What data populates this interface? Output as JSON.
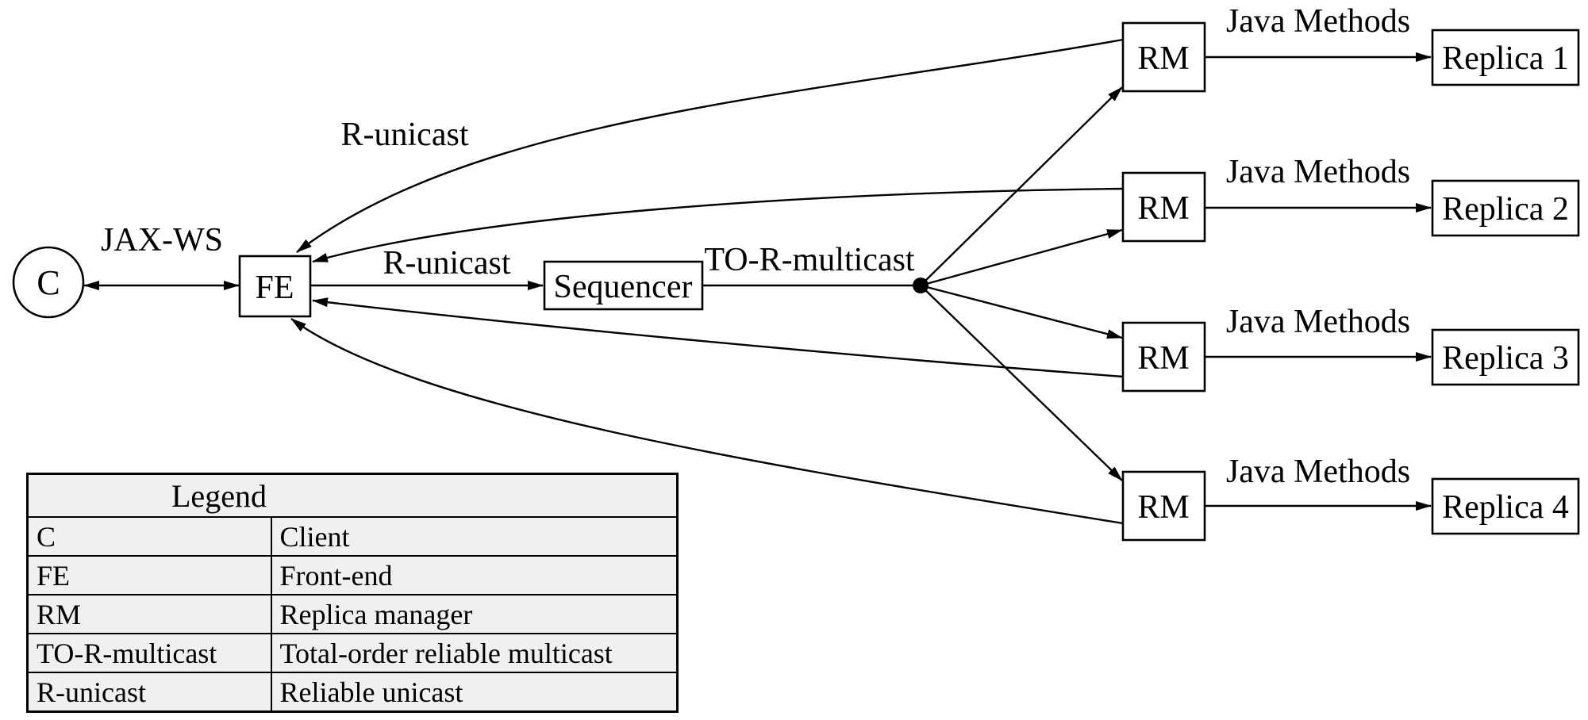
{
  "diagram": {
    "nodes": {
      "client": "C",
      "frontend": "FE",
      "sequencer": "Sequencer",
      "replica_manager": "RM",
      "replicas": [
        "Replica 1",
        "Replica 2",
        "Replica 3",
        "Replica 4"
      ]
    },
    "edge_labels": {
      "client_frontend": "JAX-WS",
      "rm_to_frontend": "R-unicast",
      "frontend_to_sequencer": "R-unicast",
      "sequencer_to_rms": "TO-R-multicast",
      "rm_to_replica": "Java Methods"
    },
    "colors": {
      "line": "#000000",
      "node_fill": "#ffffff",
      "node_border": "#000000",
      "legend_fill": "#f0f0f0",
      "background": "#ffffff"
    }
  },
  "legend": {
    "title": "Legend",
    "rows": [
      {
        "abbr": "C",
        "meaning": "Client"
      },
      {
        "abbr": "FE",
        "meaning": "Front-end"
      },
      {
        "abbr": "RM",
        "meaning": "Replica manager"
      },
      {
        "abbr": "TO-R-multicast",
        "meaning": "Total-order reliable multicast"
      },
      {
        "abbr": "R-unicast",
        "meaning": "Reliable unicast"
      }
    ]
  }
}
